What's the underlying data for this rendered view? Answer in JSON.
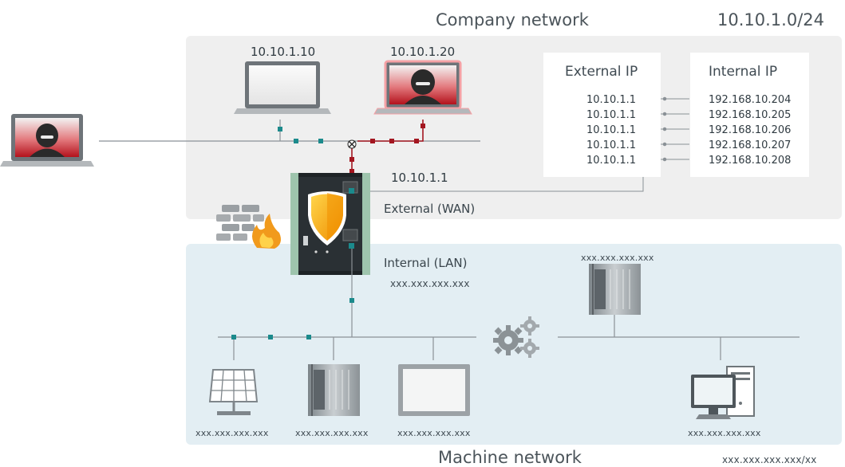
{
  "company_network": {
    "title": "Company network",
    "subnet": "10.10.1.0/24",
    "hosts": [
      {
        "ip": "10.10.1.10",
        "icon": "laptop-icon"
      },
      {
        "ip": "10.10.1.20",
        "icon": "hacker-laptop-icon"
      }
    ]
  },
  "nat_table": {
    "external_header": "External IP",
    "internal_header": "Internal IP",
    "rows": [
      {
        "external": "10.10.1.1",
        "internal": "192.168.10.204"
      },
      {
        "external": "10.10.1.1",
        "internal": "192.168.10.205"
      },
      {
        "external": "10.10.1.1",
        "internal": "192.168.10.206"
      },
      {
        "external": "10.10.1.1",
        "internal": "192.168.10.207"
      },
      {
        "external": "10.10.1.1",
        "internal": "192.168.10.208"
      }
    ]
  },
  "gateway": {
    "wan_ip": "10.10.1.1",
    "wan_label": "External (WAN)",
    "lan_label": "Internal (LAN)",
    "lan_ip": "xxx.xxx.xxx.xxx",
    "icon": "firewall-gateway-icon"
  },
  "machine_network": {
    "title": "Machine network",
    "subnet": "xxx.xxx.xxx.xxx/xx",
    "devices": [
      {
        "ip": "xxx.xxx.xxx.xxx",
        "icon": "solar-panel-icon"
      },
      {
        "ip": "xxx.xxx.xxx.xxx",
        "icon": "plc-icon"
      },
      {
        "ip": "xxx.xxx.xxx.xxx",
        "icon": "hmi-panel-icon"
      },
      {
        "ip": "xxx.xxx.xxx.xxx",
        "icon": "plc-icon"
      },
      {
        "ip": "xxx.xxx.xxx.xxx",
        "icon": "workstation-icon"
      }
    ]
  },
  "colors": {
    "company_zone": "#efefef",
    "machine_zone": "#e3eef3",
    "secure_link": "#1b8a8c",
    "attack_path": "#a31620",
    "shield": "#f4a20e"
  }
}
